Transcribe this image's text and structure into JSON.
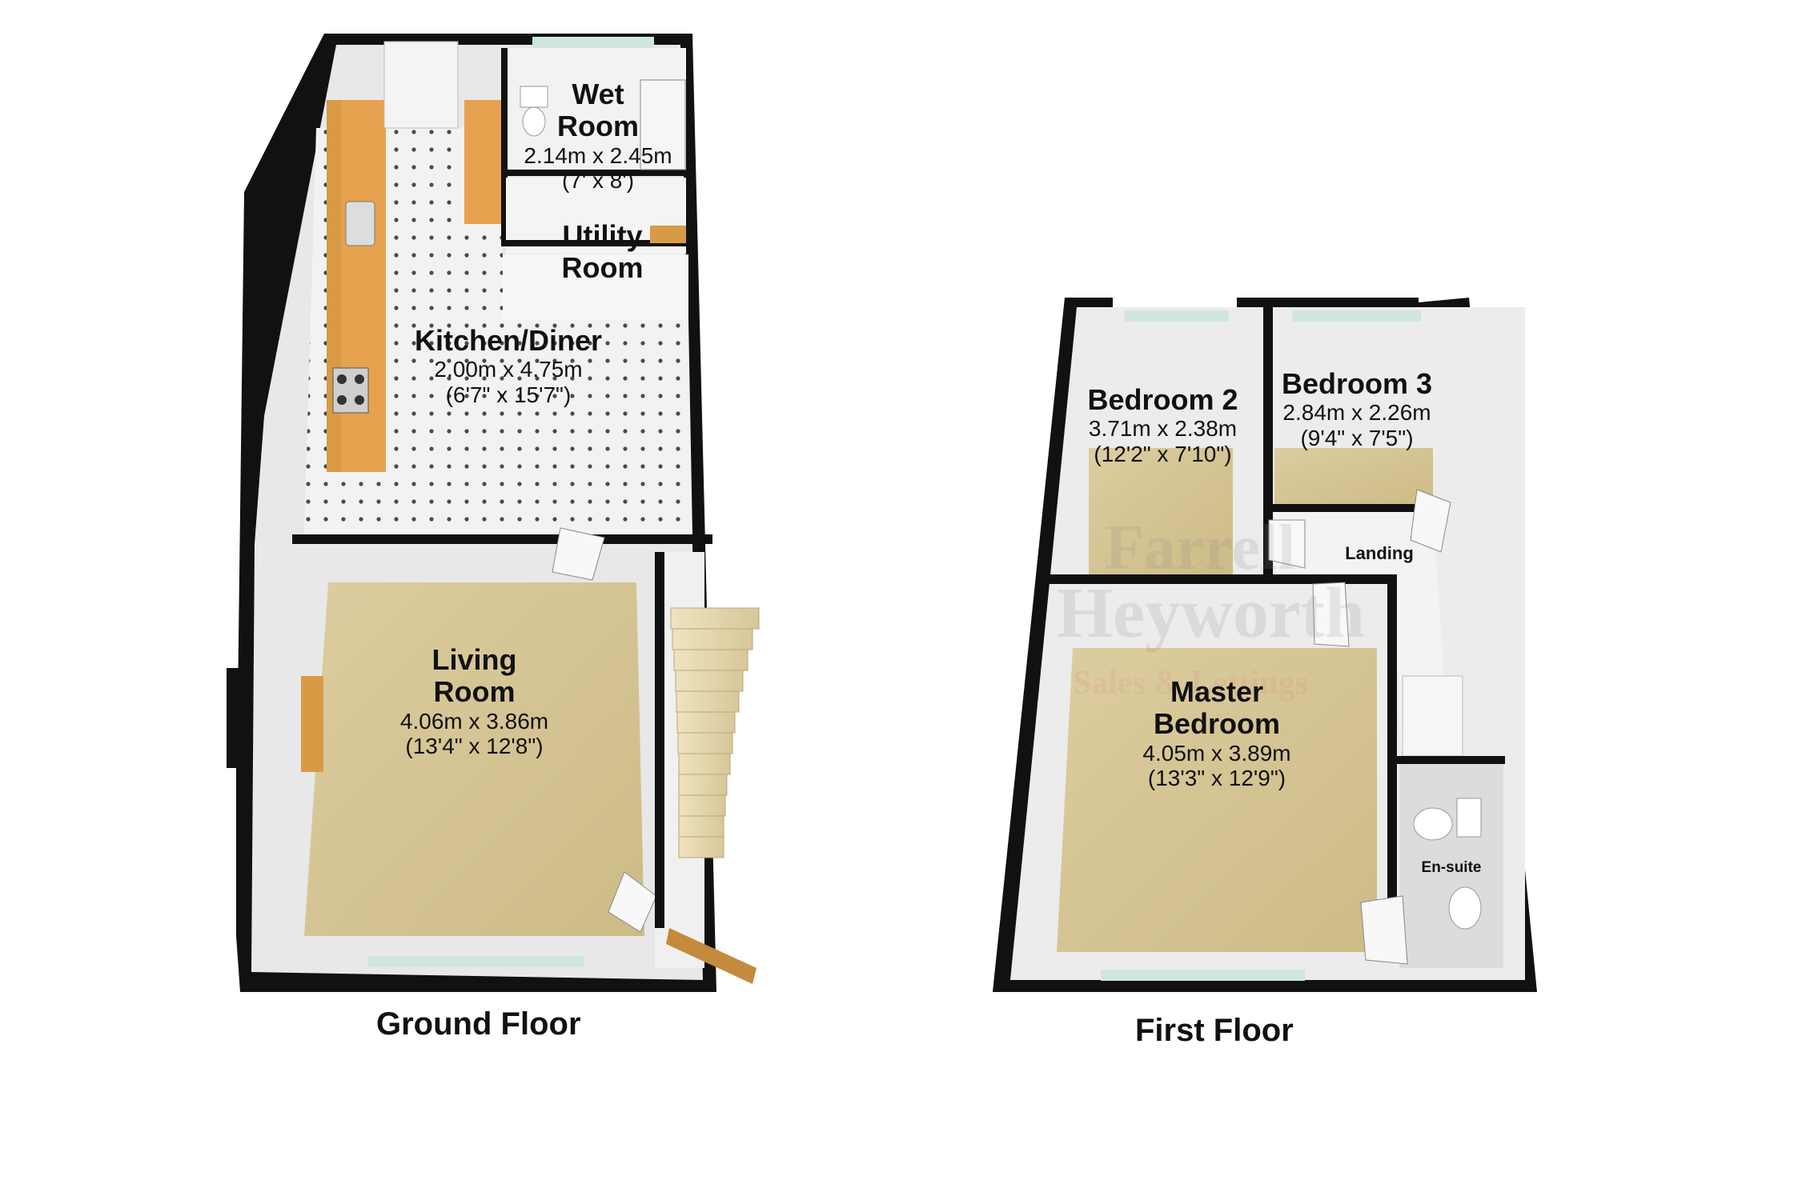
{
  "floors": [
    {
      "title": "Ground Floor",
      "rooms": [
        {
          "name_lines": [
            "Wet",
            "Room"
          ],
          "metric": "2.14m x 2.45m",
          "imperial": "(7' x 8')"
        },
        {
          "name_lines": [
            "Utility",
            "Room"
          ],
          "metric": "",
          "imperial": ""
        },
        {
          "name_lines": [
            "Kitchen/Diner"
          ],
          "metric": "2.00m x 4.75m",
          "imperial": "(6'7\" x 15'7\")"
        },
        {
          "name_lines": [
            "Living",
            "Room"
          ],
          "metric": "4.06m x 3.86m",
          "imperial": "(13'4\" x 12'8\")"
        }
      ]
    },
    {
      "title": "First Floor",
      "rooms": [
        {
          "name_lines": [
            "Bedroom 2"
          ],
          "metric": "3.71m x 2.38m",
          "imperial": "(12'2\" x 7'10\")"
        },
        {
          "name_lines": [
            "Bedroom 3"
          ],
          "metric": "2.84m x 2.26m",
          "imperial": "(9'4\" x 7'5\")"
        },
        {
          "name_lines": [
            "Landing"
          ],
          "metric": "",
          "imperial": ""
        },
        {
          "name_lines": [
            "Master",
            "Bedroom"
          ],
          "metric": "4.05m x 3.89m",
          "imperial": "(13'3\" x 12'9\")"
        },
        {
          "name_lines": [
            "En-suite"
          ],
          "metric": "",
          "imperial": ""
        }
      ]
    }
  ],
  "watermark": {
    "brand_line_1": "Farrell",
    "brand_line_2": "Heyworth",
    "brand_line_3": "Sales & Lettings"
  },
  "colors": {
    "wall": "#111111",
    "wall_inner": "#e9e9e9",
    "carpet": "#d8c99a",
    "tile": "#f1f1f1",
    "worktop": "#d99a45",
    "window": "#cfe6df"
  }
}
